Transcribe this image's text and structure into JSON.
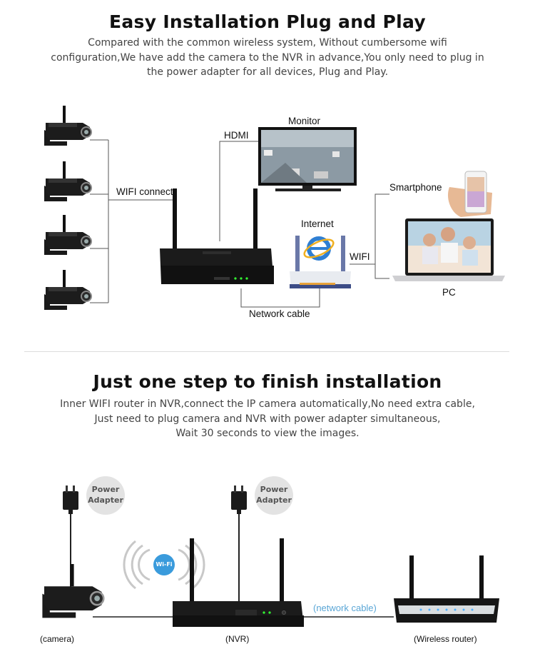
{
  "section1": {
    "title": "Easy Installation Plug and Play",
    "desc_lines": [
      "Compared with the common wireless system, Without cumbersome wifi",
      "configuration,We have add the camera to the NVR in advance,You only need to plug in",
      "the power adapter for all devices, Plug and Play."
    ],
    "labels": {
      "wifi_connect": "WIFI connect",
      "hdmi": "HDMI",
      "monitor": "Monitor",
      "smartphone": "Smartphone",
      "internet": "Internet",
      "wifi": "WIFI",
      "pc": "PC",
      "network_cable": "Network cable"
    }
  },
  "section2": {
    "title": "Just one step to finish installation",
    "desc_lines": [
      "Inner WIFI router in NVR,connect the IP camera automatically,No need extra cable,",
      "Just need to plug camera and NVR with power adapter simultaneous,",
      "Wait 30 seconds to view the images."
    ],
    "badges": {
      "left": [
        "Power",
        "Adapter"
      ],
      "right": [
        "Power",
        "Adapter"
      ]
    },
    "wifi_badge": "Wi-Fi",
    "network_cable": "(network cable)",
    "captions": {
      "camera": "(camera)",
      "nvr": "(NVR)",
      "router": "(Wireless router)"
    }
  },
  "icons": [
    "camera-icon",
    "nvr-icon",
    "monitor-icon",
    "router-icon",
    "ie-icon",
    "smartphone-icon",
    "laptop-icon",
    "power-adapter-icon",
    "wifi-signal-icon"
  ],
  "colors": {
    "network_cable_text": "#5aa6d6",
    "wifi_blue": "#3a9bdc",
    "badge_bg": "#e3e3e3"
  }
}
